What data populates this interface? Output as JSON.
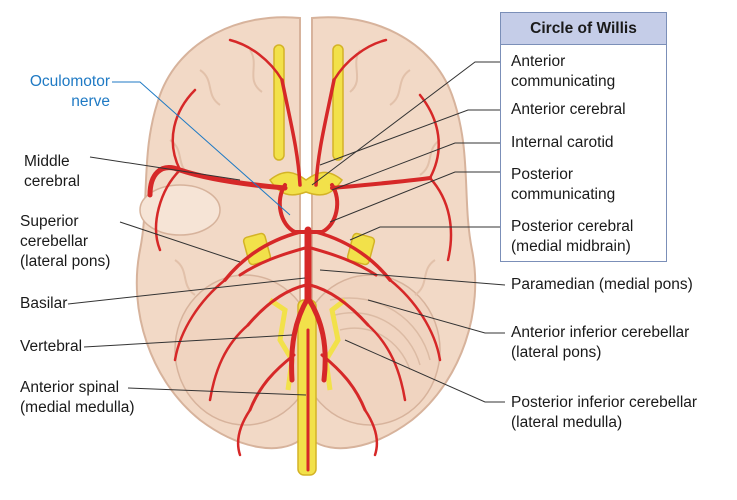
{
  "legend": {
    "title": "Circle of Willis"
  },
  "labels": {
    "oculomotor": "Oculomotor\nnerve",
    "middle_cerebral": "Middle\ncerebral",
    "superior_cerebellar": "Superior\ncerebellar\n(lateral pons)",
    "basilar": "Basilar",
    "vertebral": "Vertebral",
    "anterior_spinal": "Anterior spinal\n(medial medulla)",
    "anterior_communicating": "Anterior\ncommunicating",
    "anterior_cerebral": "Anterior cerebral",
    "internal_carotid": "Internal carotid",
    "posterior_communicating": "Posterior\ncommunicating",
    "posterior_cerebral": "Posterior cerebral\n(medial midbrain)",
    "paramedian": "Paramedian (medial pons)",
    "aica": "Anterior inferior cerebellar\n(lateral pons)",
    "pica": "Posterior inferior cerebellar\n(lateral medulla)"
  },
  "colors": {
    "brain": "#f2d9c6",
    "brain_outline": "#d7b39c",
    "artery": "#d62828",
    "nerve": "#f2e14a",
    "nerve_outline": "#d4b326",
    "label_blue": "#1f7ac4",
    "legend_header": "#c5cde8"
  }
}
